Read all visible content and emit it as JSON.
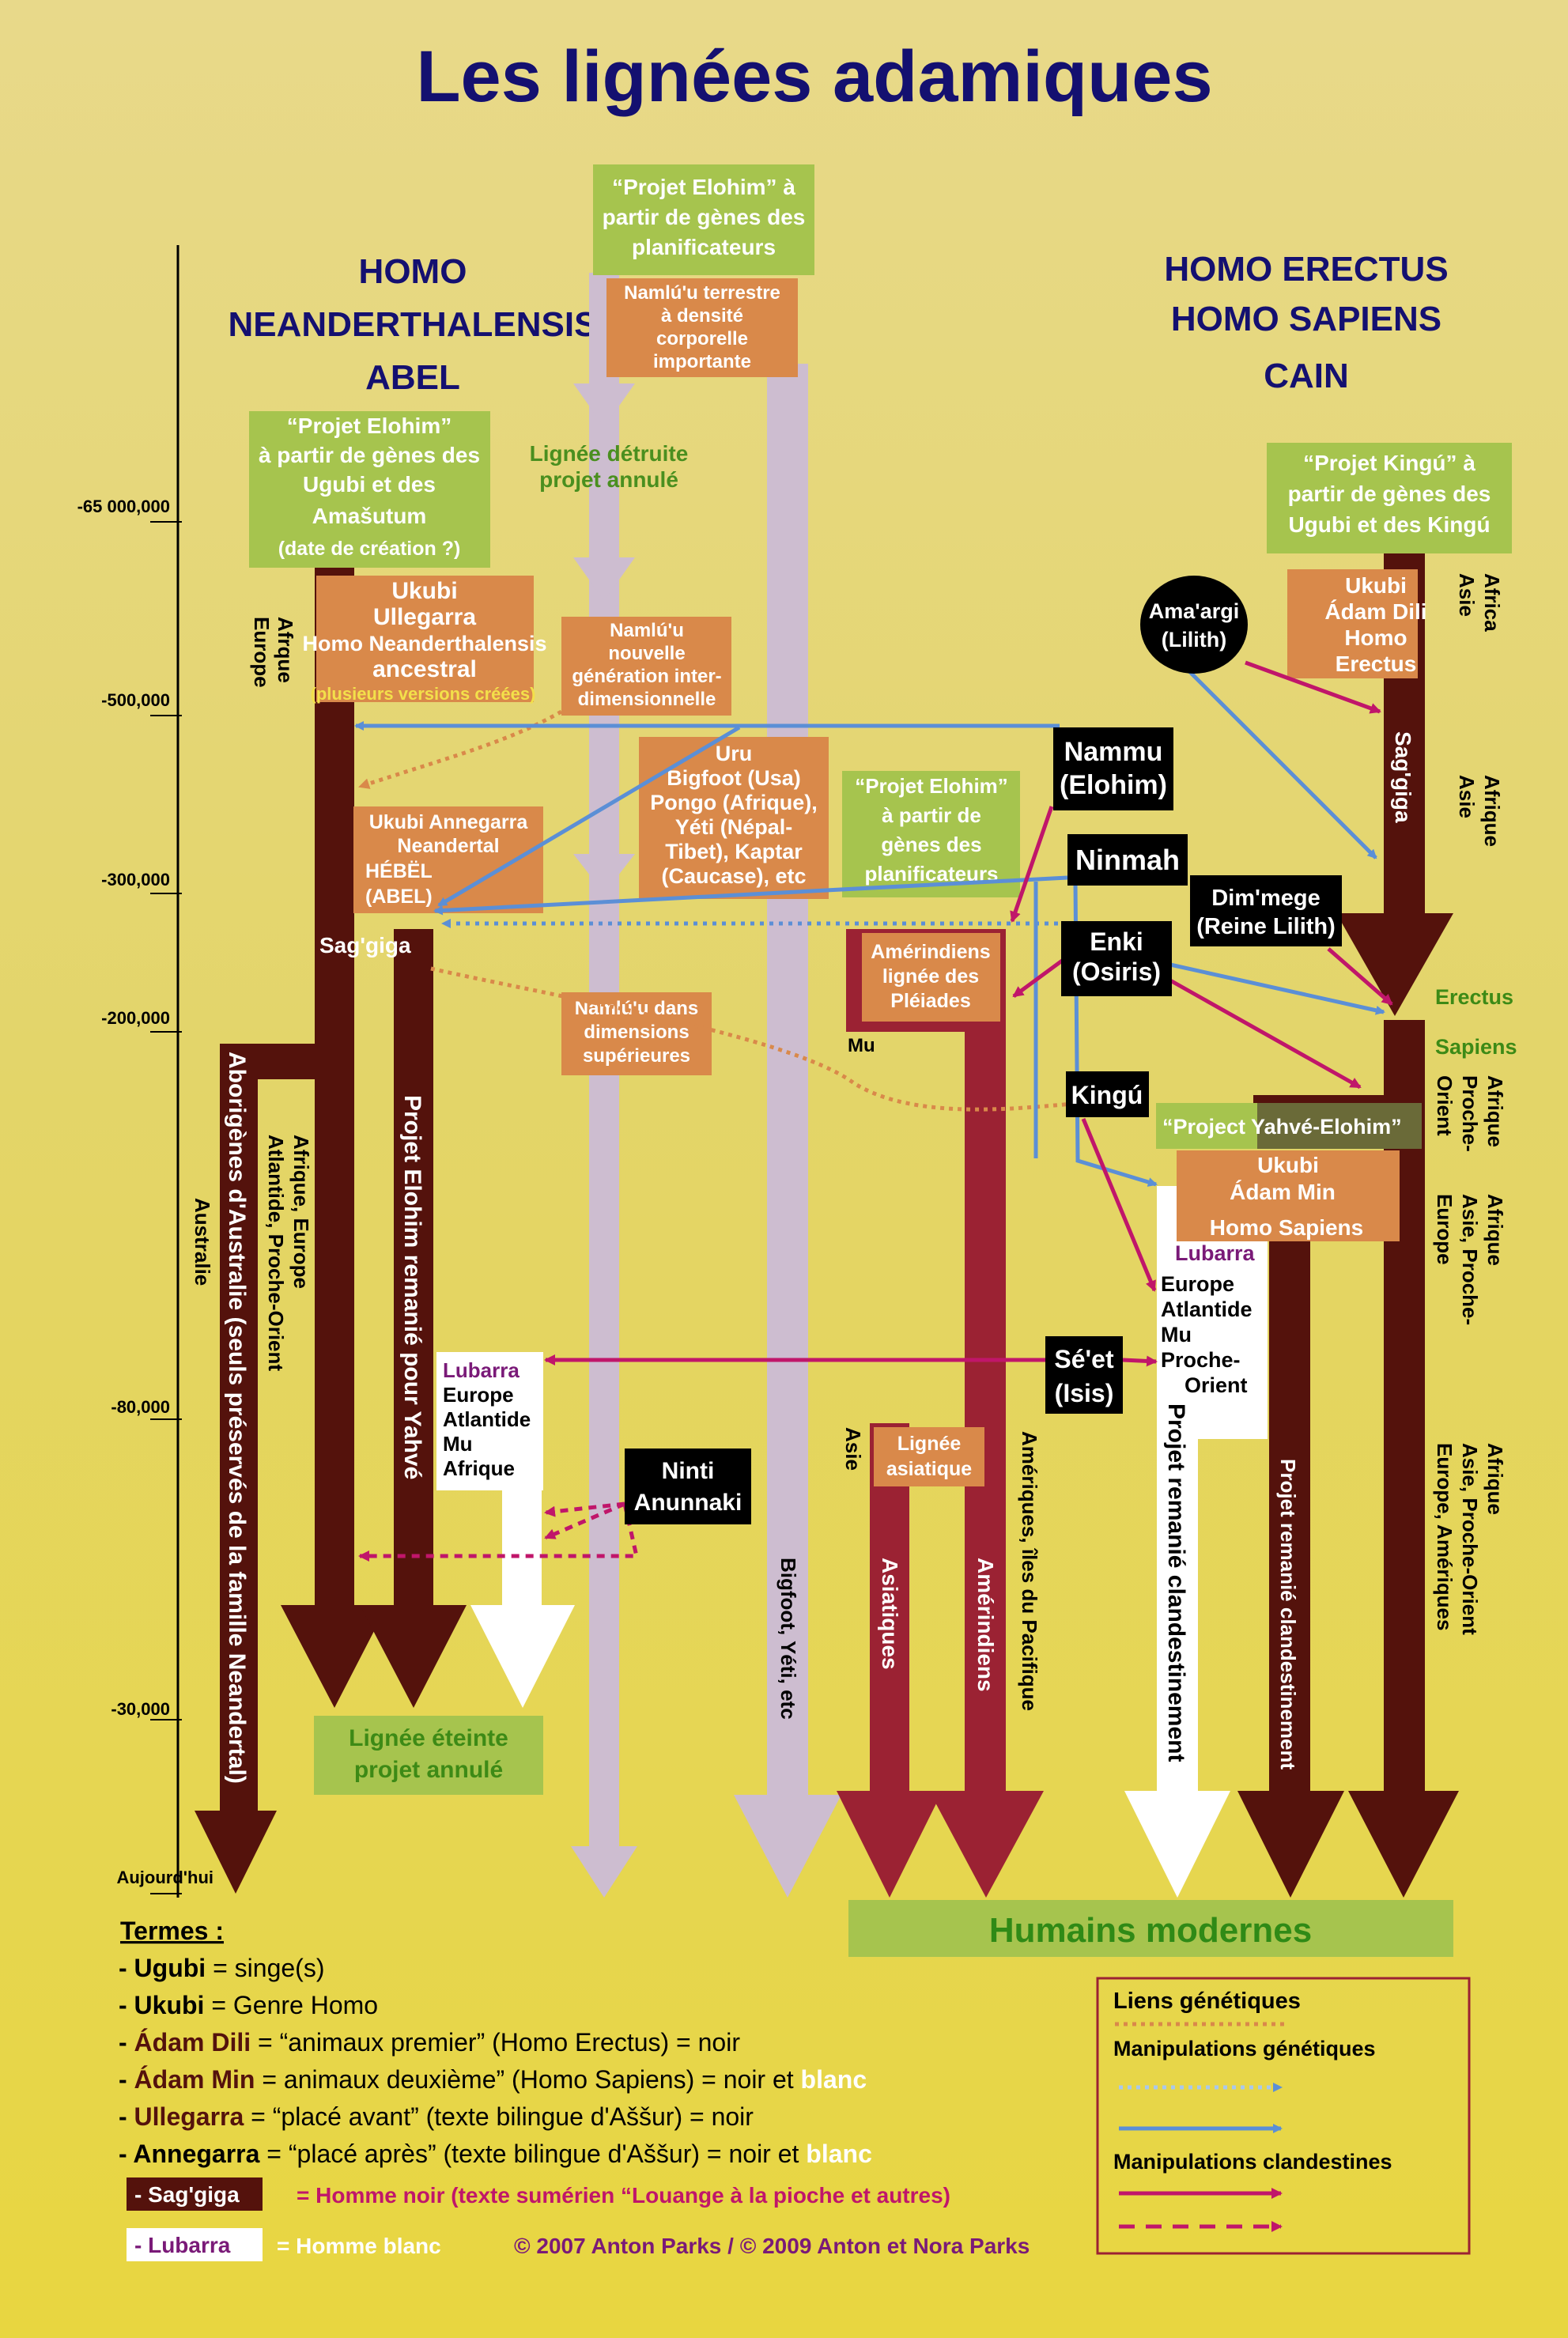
{
  "title": "Les lignées adamiques",
  "left_header": [
    "HOMO",
    "NEANDERTHALENSIS",
    "ABEL"
  ],
  "right_header": [
    "HOMO ERECTUS",
    "HOMO SAPIENS",
    "CAIN"
  ],
  "timeline": [
    "-65 000,000",
    "-500,000",
    "-300,000",
    "-200,000",
    "-80,000",
    "-30,000",
    "Aujourd'hui"
  ],
  "top_center": {
    "project": [
      "“Projet Elohim” à",
      "partir de gènes des",
      "planificateurs"
    ],
    "namlu": [
      "Namlú'u terrestre",
      "à densité",
      "corporelle",
      "importante"
    ],
    "destroyed": [
      "Lignée détruite",
      "projet annulé"
    ],
    "namlu_new": [
      "Namlú'u",
      "nouvelle",
      "génération inter-",
      "dimensionnelle"
    ],
    "namlu_dims": [
      "Namlú'u dans",
      "dimensions",
      "supérieures"
    ]
  },
  "left_block": {
    "project": [
      "“Projet Elohim”",
      "à partir de gènes des",
      "Ugubi et des",
      "Amašutum",
      "(date de création ?)"
    ],
    "ukubi": [
      "Ukubi",
      "Ullegarra",
      "Homo Neanderthalensis",
      "ancestral"
    ],
    "versions": "(plusieurs versions créées)",
    "afrique_europe": [
      "Afrque",
      "Europe"
    ],
    "annegarra": [
      "Ukubi Annegarra",
      "Neandertal",
      "HÉBËL",
      "(ABEL)"
    ],
    "saggiga": "Sag'giga",
    "aborigenes": "Aborigènes d'Australie (seuls préservés de la famille Neandertal)",
    "australie": "Australie",
    "afrique_atl": [
      "Afrique, Europe",
      "Atlantide, Proche-Orient"
    ],
    "remanie": "Projet Elohim remanié pour Yahvé",
    "lubarra": [
      "Lubarra",
      "Europe",
      "Atlantide",
      "Mu",
      "Afrique"
    ],
    "eteinte": [
      "Lignée éteinte",
      "projet annulé"
    ]
  },
  "center_block": {
    "uru": [
      "Uru",
      "Bigfoot (Usa)",
      "Pongo (Afrique),",
      "Yéti (Népal-",
      "Tibet), Kaptar",
      "(Caucase), etc"
    ],
    "bigfoot": "Bigfoot, Yéti, etc",
    "project2": [
      "“Projet Elohim”",
      "à partir de",
      "gènes des",
      "planificateurs"
    ],
    "amerindiens": [
      "Amérindiens",
      "lignée des",
      "Pléiades"
    ],
    "mu": "Mu",
    "asiatique": [
      "Lignée",
      "asiatique"
    ],
    "asie": "Asie",
    "asiatiques": "Asiatiques",
    "amerindiens2": "Amérindiens",
    "ameriques": "Amériques, îles du Pacifique"
  },
  "right_block": {
    "project": [
      "“Projet Kingú” à",
      "partir de gènes des",
      "Ugubi et des Kingú"
    ],
    "ukubi": [
      "Ukubi",
      "Ádam Dili",
      "Homo",
      "Erectus"
    ],
    "africa": [
      "Africa",
      "Asie"
    ],
    "saggiga": "Sag'giga",
    "afrique_asie": [
      "Afrique",
      "Asie"
    ],
    "erectus": "Erectus",
    "sapiens": "Sapiens",
    "afrique_po": [
      "Afrique",
      "Proche-",
      "Orient"
    ],
    "yahve": "“Project Yahvé-Elohim”",
    "adam_min": [
      "Ukubi",
      "Ádam Min"
    ],
    "homo_sapiens": "Homo Sapiens",
    "afr_asie_po": [
      "Afrique",
      "Asie, Proche-",
      "Europe"
    ],
    "lubarra": [
      "Lubarra",
      "Europe",
      "Atlantide",
      "Mu",
      "Proche-",
      "Orient"
    ],
    "clandestin": "Projet  remanié clandestinement",
    "clandestin2": "Projet remanié clandestinement",
    "final": [
      "Afrique",
      "Asie, Proche-Orient",
      "Europe, Amériques"
    ]
  },
  "actors": {
    "amaargi": [
      "Ama'argi",
      "(Lilith)"
    ],
    "nammu": [
      "Nammu",
      "(Elohim)"
    ],
    "ninmah": "Ninmah",
    "dimmege": [
      "Dim'mege",
      "(Reine Lilith)"
    ],
    "enki": [
      "Enki",
      "(Osiris)"
    ],
    "kingu": "Kingú",
    "seet": [
      "Sé'et",
      "(Isis)"
    ],
    "ninti": [
      "Ninti",
      "Anunnaki"
    ]
  },
  "modern": "Humains modernes",
  "terms": {
    "heading": "Termes :",
    "items": [
      {
        "term": "Ugubi",
        "def": " = singe(s)",
        "tail": ""
      },
      {
        "term": "Ukubi",
        "def": " = Genre Homo",
        "tail": ""
      },
      {
        "term": "Ádam Dili",
        "def": " = “animaux premier” (Homo Erectus) = noir",
        "tail": ""
      },
      {
        "term": "Ádam Min",
        "def": " = animaux deuxième” (Homo Sapiens) = noir et ",
        "tail": "blanc"
      },
      {
        "term": "Ullegarra",
        "def": " = “placé avant” (texte bilingue d'Aššur) = noir",
        "tail": ""
      },
      {
        "term": "Annegarra",
        "def": " = “placé après” (texte bilingue d'Aššur) = noir et ",
        "tail": "blanc"
      }
    ],
    "saggiga_label": "- Sag'giga",
    "saggiga_def": "= Homme noir  (texte sumérien  “Louange à la pioche et autres)",
    "lubarra_label": "- Lubarra",
    "lubarra_def": "= Homme blanc",
    "copyright": "© 2007 Anton Parks / © 2009 Anton et Nora Parks"
  },
  "legend": {
    "title": "Liens génétiques",
    "manip": "Manipulations génétiques",
    "clandestine": "Manipulations clandestines"
  },
  "colors": {
    "navy": "#141070",
    "green_box": "#a6c44e",
    "orange_box": "#d9894a",
    "dark_brown": "#54120c",
    "crimson": "#9b2233",
    "lilac": "#cdbdd0",
    "blue_arrow": "#5b8fd6",
    "magenta_arrow": "#c0166a",
    "dotted_orange": "#d9894a"
  }
}
